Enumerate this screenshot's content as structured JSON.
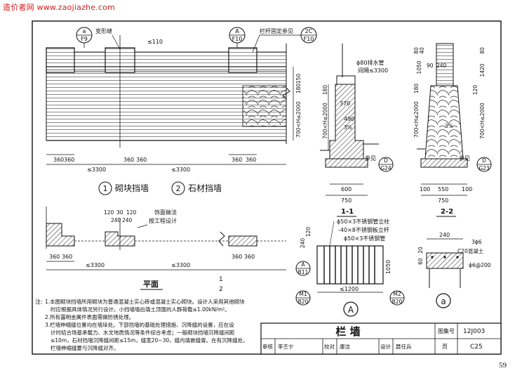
{
  "header": {
    "watermark": "造价者网 www.zaojiazhe.com"
  },
  "elevation": {
    "bubble_a_top": "a",
    "bubble_a_bottom": "F9",
    "bubble_A_top": "A",
    "bubble_A_bottom": "F10",
    "bubble_2C_top": "2C",
    "bubble_2C_bottom": "F10",
    "deform_joint": "变形缝",
    "railing_note": "栏杆固定参见",
    "dim_110": "≤110",
    "dim_150": "150",
    "dim_180": "180",
    "dim_h": "700<H≤2000",
    "dims_left": [
      "360",
      "360"
    ],
    "dim_3300": "≤3300",
    "dims_right": [
      "360",
      "360"
    ],
    "dim_3300_b": "≤3300"
  },
  "legend": {
    "c1": "1",
    "c1_label": "砌块挡墙",
    "c2": "2",
    "c2_label": "石材挡墙"
  },
  "plan": {
    "dims_top": [
      "120",
      "30",
      "120"
    ],
    "dims_top2": [
      "240",
      "240"
    ],
    "note_line1": "饰面做法",
    "note_line2": "按工程设计",
    "dims_bottom": [
      "360",
      "360"
    ],
    "dim_3300": "≤3300",
    "dims_bottom_r": [
      "360",
      "360"
    ],
    "dim_3300_r": "≤3300",
    "title": "平面",
    "mark1": "1",
    "mark2": "2"
  },
  "section11": {
    "pipe": "ϕ80排水管",
    "pipe2": "间隔≤3300",
    "d370": "370",
    "d490": "490",
    "slope": "3%",
    "d180": "180",
    "dh": "700<H≤2000",
    "ref": "参见",
    "bub_D": "D",
    "bub_G24": "G24",
    "d600": "600",
    "d750": "750",
    "title": "1-1"
  },
  "section22": {
    "d80": "80",
    "d40": "40",
    "d1050": "1050",
    "d90": "90",
    "d240": "240",
    "d80b": "80",
    "d1420": "1420",
    "d180": "180",
    "dh": "700<H≤2000",
    "d120": "120",
    "slope": "3%",
    "dh2": "700<H≤2000",
    "ref": "参见",
    "bub_D": "D",
    "bub_G23": "G23",
    "d100a": "100",
    "d550": "550",
    "d100b": "100",
    "d750": "750",
    "title": "2-2"
  },
  "railing": {
    "n1": "ϕ50×3不锈钢管立柱",
    "n2": "-40×8不锈钢板立杆",
    "n3": "ϕ50×3不锈钢管",
    "d240": "240",
    "d120": "120",
    "d1050": "1050",
    "bub_A": "A",
    "bub_B11": "B11",
    "bub_M1": "M1",
    "bub_B20a": "B20",
    "bub_M2": "M2",
    "bub_B20b": "B20",
    "d1200": "≤1200",
    "title": "A"
  },
  "detail_a": {
    "d240": "240",
    "n1": "3ϕ6",
    "n2": "C20混凝土",
    "n3": "ϕ6@200",
    "d60": "60",
    "d20": "20",
    "title": "a"
  },
  "notes": {
    "prefix": "注:",
    "lines": [
      "1.本图砌块挡墙所用砌块为普通混凝土实心砖或混凝土实心砌块。设计人采用其他砌块",
      "时应根据具体情况另行设计。小挡墙墙后填土顶面的人群荷载≤1.00kN/m²。",
      "2.所有露明金属件表面需做防锈处理。",
      "3.栏墙伸缩缝位置均在墙垛处。下部挡墙的基础处理措施、沉降缝的设置，应在设",
      "计时结合场基承载力、水文地质情况等条件综合考虑；一般砌块挡墙沉降缝间距",
      "≤10m，石材挡墙沉降缝间距≤15m，缝宽20~30，缝内填嵌缝膏。在有沉降缝处，",
      "栏墙伸缩缝要与沉降缝对齐。"
    ]
  },
  "title_block": {
    "title": "栏   墙",
    "atlas_label": "图集号",
    "atlas_no": "12J003",
    "review_label": "审核",
    "reviewer": "李丕宁",
    "check_label": "校对",
    "checker": "康洁",
    "design_label": "设计",
    "designer": "聂任兵",
    "page_label": "页",
    "page_no": "C25"
  },
  "page_number": "59"
}
